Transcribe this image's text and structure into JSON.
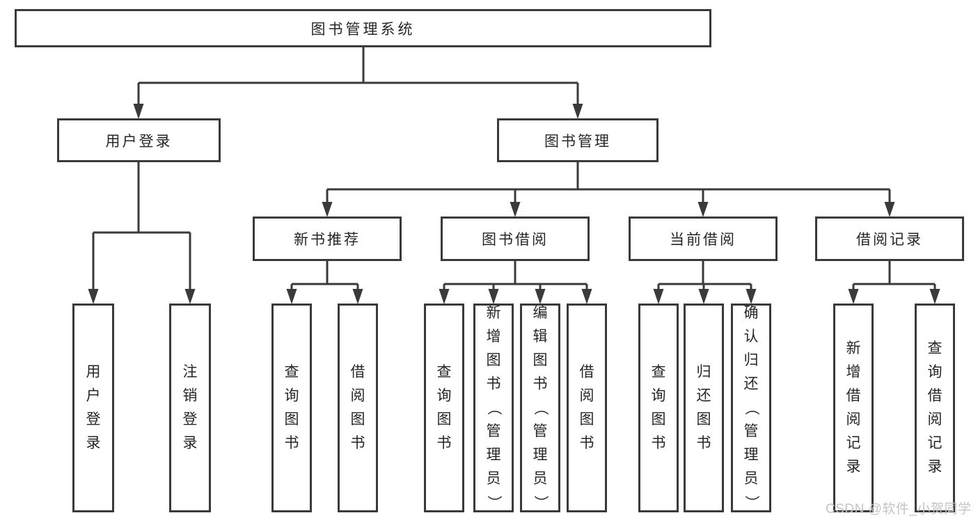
{
  "diagram_title": "图书管理系统",
  "colors": {
    "line": "#3a3a3a",
    "text": "#262626",
    "box_background": "#ffffff",
    "watermark": "#c4c4c4"
  },
  "watermark": {
    "text": "CSDN @软件_小贺同学"
  },
  "tree": {
    "root": {
      "label": "图书管理系统",
      "children": [
        {
          "label": "用户登录",
          "children": [
            {
              "label": "用户登录"
            },
            {
              "label": "注销登录"
            }
          ]
        },
        {
          "label": "图书管理",
          "children": [
            {
              "label": "新书推荐",
              "children": [
                {
                  "label": "查询图书"
                },
                {
                  "label": "借阅图书"
                }
              ]
            },
            {
              "label": "图书借阅",
              "children": [
                {
                  "label": "查询图书"
                },
                {
                  "label": "新增图书（管理员）"
                },
                {
                  "label": "编辑图书（管理员）"
                },
                {
                  "label": "借阅图书"
                }
              ]
            },
            {
              "label": "当前借阅",
              "children": [
                {
                  "label": "查询图书"
                },
                {
                  "label": "归还图书"
                },
                {
                  "label": "确认归还（管理员）"
                }
              ]
            },
            {
              "label": "借阅记录",
              "children": [
                {
                  "label": "新增借阅记录"
                },
                {
                  "label": "查询借阅记录"
                }
              ]
            }
          ]
        }
      ]
    }
  }
}
